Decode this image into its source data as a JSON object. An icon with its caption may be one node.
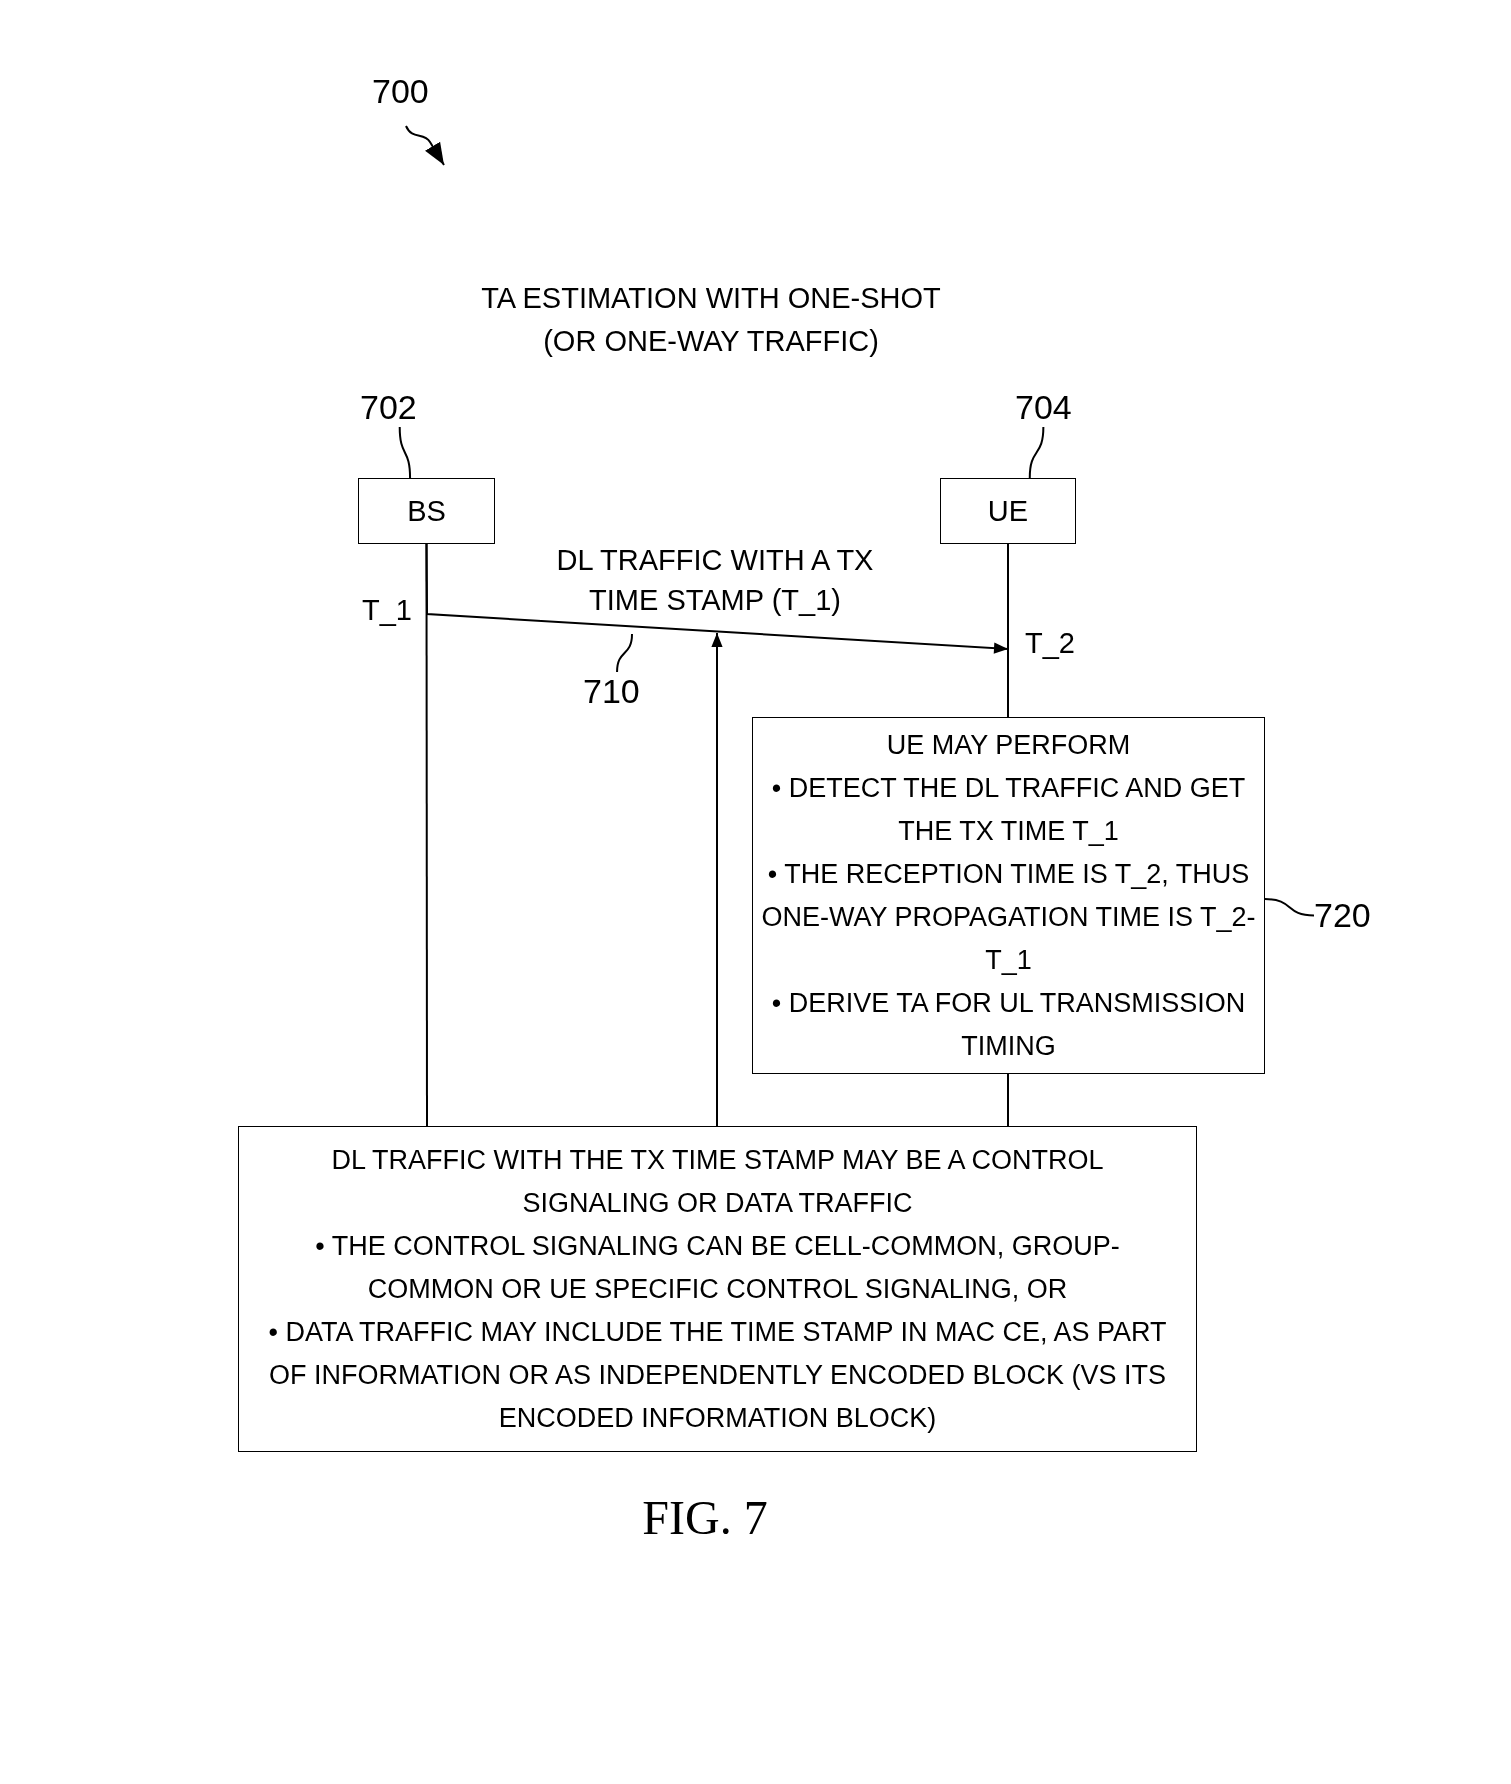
{
  "diagram": {
    "title": "TA ESTIMATION WITH ONE-SHOT (OR ONE-WAY TRAFFIC)",
    "caption": "FIG. 7",
    "nodes": [
      {
        "text": [
          "BS"
        ]
      },
      {
        "text": [
          "UE"
        ]
      },
      {
        "text": [
          "702"
        ]
      },
      {
        "text": [
          "704"
        ]
      },
      {
        "text": [
          "UE MAY PERFORM",
          "• DETECT THE DL TRAFFIC AND GET THE TX TIME T_1",
          "• THE RECEPTION TIME IS T_2, THUS ONE-WAY PROPAGATION TIME IS T_2-T_1",
          "• DERIVE TA FOR UL TRANSMISSION TIMING"
        ]
      },
      {
        "text": [
          "720"
        ]
      },
      {
        "text": [
          "DL TRAFFIC WITH THE TX TIME STAMP MAY BE A CONTROL SIGNALING OR DATA TRAFFIC",
          "• THE CONTROL SIGNALING CAN BE CELL-COMMON, GROUP-COMMON OR UE SPECIFIC CONTROL SIGNALING, OR",
          "• DATA TRAFFIC MAY INCLUDE THE TIME STAMP IN MAC CE, AS PART OF INFORMATION OR AS INDEPENDENTLY ENCODED BLOCK (VS ITS ENCODED INFORMATION BLOCK)"
        ]
      },
      {
        "text": [
          "710"
        ]
      }
    ],
    "edges": [
      {
        "from": 2,
        "to": 0,
        "arrow": "none"
      },
      {
        "from": 3,
        "to": 1,
        "arrow": "none"
      },
      {
        "from": 0,
        "to": 1,
        "arrow": "to",
        "label": "DL TRAFFIC WITH A TX TIME STAMP (T_1)"
      },
      {
        "from": 7,
        "to": null,
        "arrow": "none"
      },
      {
        "from": 5,
        "to": 4,
        "arrow": "none"
      },
      {
        "from": 0,
        "to": 6,
        "arrow": "none"
      },
      {
        "from": 1,
        "to": 4,
        "arrow": "none"
      },
      {
        "from": 4,
        "to": 6,
        "arrow": "none"
      },
      {
        "from": 6,
        "to": null,
        "arrow": "to"
      }
    ],
    "labels": [
      "700",
      "T_1",
      "T_2"
    ]
  }
}
